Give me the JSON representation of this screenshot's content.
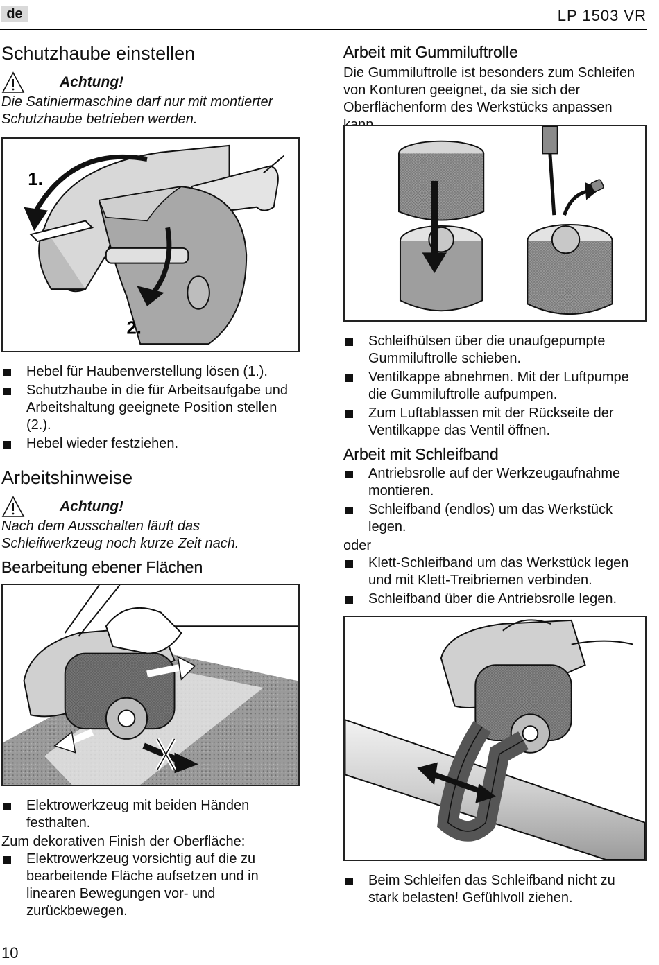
{
  "header": {
    "lang": "de",
    "model": "LP 1503 VR"
  },
  "left": {
    "s1_title": "Schutzhaube einstellen",
    "s1_warn_title": "Achtung!",
    "s1_warn_text": "Die Satiniermaschine darf nur mit montierter Schutzhaube betrieben werden.",
    "fig1_label1": "1.",
    "fig1_label2": "2.",
    "s1_bullets": [
      "Hebel für Haubenverstellung lösen (1.).",
      "Schutzhaube in die für Arbeitsaufgabe und Arbeitshaltung geeignete Position stellen (2.).",
      "Hebel wieder festziehen."
    ],
    "s2_title": "Arbeitshinweise",
    "s2_warn_title": "Achtung!",
    "s2_warn_text": "Nach dem Ausschalten läuft das Schleifwerkzeug noch kurze Zeit nach.",
    "s3_title": "Bearbeitung ebener Flächen",
    "s3_bullet1": "Elektrowerkzeug mit beiden Händen festhalten.",
    "s3_text": "Zum dekorativen Finish der Oberfläche:",
    "s3_bullet2": "Elektrowerkzeug vorsichtig auf die zu bearbeitende Fläche aufsetzen und in linearen Bewegungen vor- und zurückbewegen."
  },
  "right": {
    "s4_title": "Arbeit mit Gummiluftrolle",
    "s4_text": "Die Gummiluftrolle ist besonders zum Schleifen von Konturen geeignet, da sie sich der Oberflächenform des Werkstücks anpassen kann.",
    "s4_bullets": [
      "Schleifhülsen über die unaufgepumpte Gummiluftrolle schieben.",
      "Ventilkappe abnehmen. Mit der Luftpumpe die Gummiluftrolle aufpumpen.",
      "Zum Luftablassen mit der Rückseite der Ventilkappe das Ventil öffnen."
    ],
    "s5_title": "Arbeit mit Schleifband",
    "s5_bullets_a": [
      "Antriebsrolle auf der Werkzeugaufnahme montieren.",
      "Schleifband (endlos) um das Werkstück legen."
    ],
    "s5_or": "oder",
    "s5_bullets_b": [
      "Klett-Schleifband um das Werkstück legen und mit Klett-Treibriemen verbinden.",
      "Schleifband über die Antriebsrolle legen."
    ],
    "s5_bullet_last": "Beim Schleifen das Schleifband nicht zu stark belasten! Gefühlvoll ziehen."
  },
  "footer": {
    "page": "10"
  }
}
